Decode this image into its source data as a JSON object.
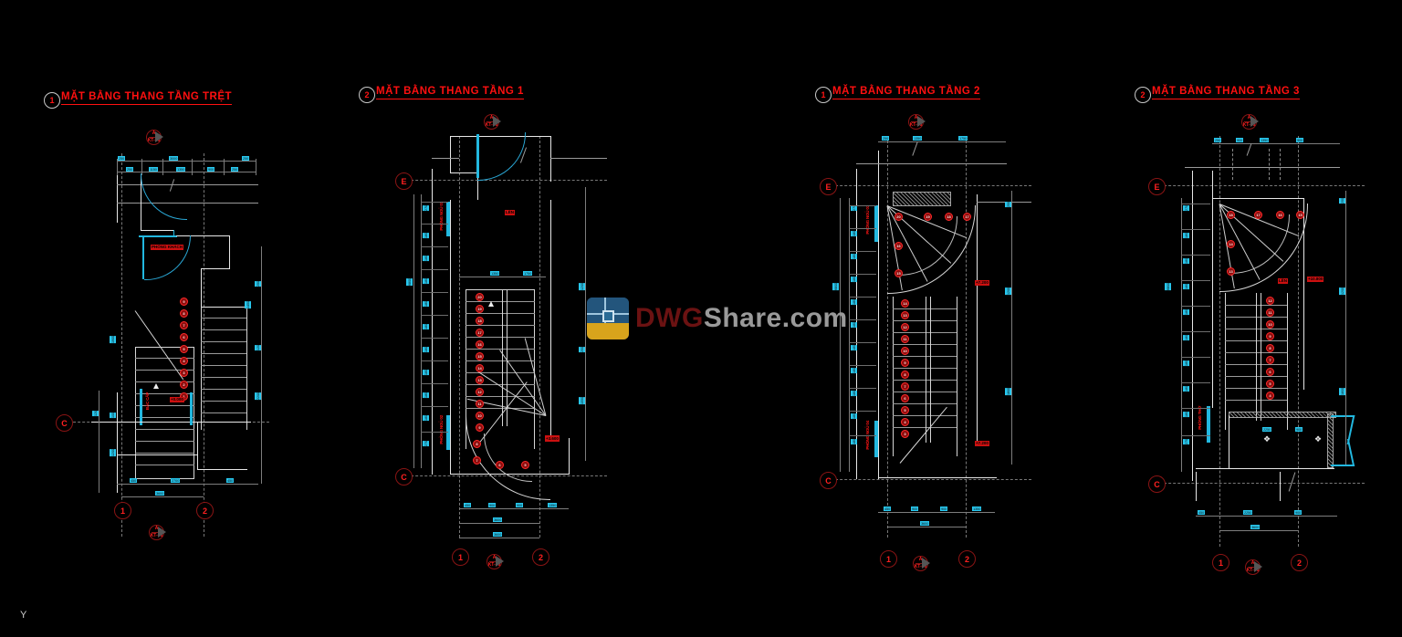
{
  "document": {
    "background_color": "#000000",
    "software": "CAD drawing viewer",
    "drawing_type": "Architectural stair plans",
    "language": "Vietnamese"
  },
  "watermark": {
    "brand_primary": "DWG",
    "brand_secondary": "Share.com",
    "primary_color": "#6b1212",
    "secondary_color": "#9a9a9a",
    "icon_top_color": "#23557c",
    "icon_bottom_color": "#d8a41c"
  },
  "axis_indicator": {
    "label": "Y"
  },
  "colors": {
    "dimension_text": "#28c8ef",
    "annotation_text": "#ff1414",
    "line_work": "#d6d6d6",
    "grid_bubble_border": "#8a1414",
    "background": "#000000"
  },
  "plans": [
    {
      "number": "1",
      "title": "MẶT BẰNG THANG TẦNG TRỆT",
      "grid_bubbles_vertical": [
        "C"
      ],
      "grid_bubbles_horizontal": [
        "1",
        "2"
      ],
      "section_markers": [
        {
          "letter": "A",
          "sheet": "KT-06",
          "position": "top"
        },
        {
          "letter": "A",
          "sheet": "KT-06",
          "position": "bottom"
        }
      ],
      "overall_dims": [
        "3600",
        "250",
        "3000",
        "250"
      ],
      "dim_chain_top": [
        "250",
        "1150",
        "1350",
        "900",
        "250",
        "250"
      ],
      "dim_chain_bottom": [
        "450",
        "2700",
        "450"
      ],
      "dim_chain_left": [
        "120",
        "100",
        "1900",
        "1200"
      ],
      "dim_chain_right": [
        "250",
        "120",
        "2200",
        "1450"
      ],
      "step_numbers": [
        "1",
        "2",
        "3",
        "4",
        "5",
        "6",
        "7",
        "8",
        "9"
      ],
      "elevation_labels": [
        "+0.000"
      ],
      "room_labels": [
        "PHÒNG KHÁCH"
      ],
      "notes": [
        "BẬC CẤP"
      ]
    },
    {
      "number": "2",
      "title": "MẶT BẰNG THANG TẦNG 1",
      "grid_bubbles_vertical": [
        "E",
        "C"
      ],
      "grid_bubbles_horizontal": [
        "1",
        "2"
      ],
      "section_markers": [
        {
          "letter": "A",
          "sheet": "KT-06",
          "position": "top"
        },
        {
          "letter": "A",
          "sheet": "KT-06",
          "position": "bottom"
        }
      ],
      "overall_dims": [
        "3600",
        "6800"
      ],
      "dim_chain_top": [
        "250",
        "1350",
        "1750",
        "250"
      ],
      "dim_chain_bottom": [
        "450",
        "900",
        "900",
        "1350"
      ],
      "dim_chain_left": [
        "120",
        "270",
        "180",
        "180",
        "180",
        "180",
        "180",
        "180",
        "180",
        "180",
        "180",
        "180",
        "270",
        "120"
      ],
      "dim_chain_right": [
        "1200",
        "250",
        "1800",
        "1550"
      ],
      "step_numbers": [
        "1",
        "2",
        "3",
        "4",
        "5",
        "6",
        "7",
        "8",
        "9",
        "10",
        "11",
        "12",
        "13",
        "14",
        "15",
        "16",
        "17",
        "18",
        "19",
        "20"
      ],
      "elevation_labels": [
        "+3.600",
        "+3.600"
      ],
      "room_labels": [
        "PHÒNG NGỦ 01",
        "PHÒNG NGỦ 02"
      ],
      "notes": [
        "LÊN"
      ]
    },
    {
      "number": "1",
      "title": "MẶT BẰNG THANG TẦNG 2",
      "grid_bubbles_vertical": [
        "E",
        "C"
      ],
      "grid_bubbles_horizontal": [
        "1",
        "2"
      ],
      "section_markers": [
        {
          "letter": "A",
          "sheet": "KT-06",
          "position": "top"
        },
        {
          "letter": "A",
          "sheet": "KT-06",
          "position": "bottom"
        }
      ],
      "overall_dims": [
        "3600",
        "6800"
      ],
      "dim_chain_top": [
        "250",
        "1350",
        "1750",
        "250"
      ],
      "dim_chain_bottom": [
        "450",
        "900",
        "900",
        "1350"
      ],
      "dim_chain_left": [
        "120",
        "270",
        "180",
        "180",
        "180",
        "180",
        "180",
        "180",
        "180",
        "180",
        "180",
        "180",
        "270",
        "120"
      ],
      "dim_chain_right": [
        "1200",
        "250",
        "1800",
        "1550"
      ],
      "step_numbers": [
        "1",
        "2",
        "3",
        "4",
        "5",
        "6",
        "7",
        "8",
        "9",
        "10",
        "11",
        "12",
        "13",
        "14",
        "15",
        "16",
        "17",
        "18",
        "19",
        "20"
      ],
      "elevation_labels": [
        "+7.200",
        "+7.200"
      ],
      "room_labels": [
        "PHÒNG NGỦ 03",
        "PHÒNG NGỦ 04"
      ],
      "notes": [
        "LÊN"
      ]
    },
    {
      "number": "2",
      "title": "MẶT BẰNG THANG TẦNG 3",
      "grid_bubbles_vertical": [
        "E",
        "C"
      ],
      "grid_bubbles_horizontal": [
        "1",
        "2"
      ],
      "section_markers": [
        {
          "letter": "A",
          "sheet": "KT-06",
          "position": "top"
        },
        {
          "letter": "A",
          "sheet": "KT-06",
          "position": "bottom"
        }
      ],
      "overall_dims": [
        "3600",
        "6800"
      ],
      "dim_chain_top": [
        "250",
        "900",
        "1350",
        "900",
        "250"
      ],
      "dim_chain_bottom": [
        "450",
        "2250",
        "900"
      ],
      "dim_chain_left": [
        "120",
        "270",
        "180",
        "180",
        "180",
        "180",
        "180",
        "180",
        "180",
        "180",
        "270",
        "120"
      ],
      "dim_chain_right": [
        "1200",
        "250",
        "1800",
        "1550"
      ],
      "step_numbers": [
        "1",
        "2",
        "3",
        "4",
        "5",
        "6",
        "7",
        "8",
        "9",
        "10",
        "11",
        "12",
        "13",
        "14",
        "15",
        "16",
        "17",
        "18"
      ],
      "elevation_labels": [
        "+10.800"
      ],
      "room_labels": [
        "PHÒNG THỜ"
      ],
      "notes": [
        "LÊN"
      ]
    }
  ]
}
